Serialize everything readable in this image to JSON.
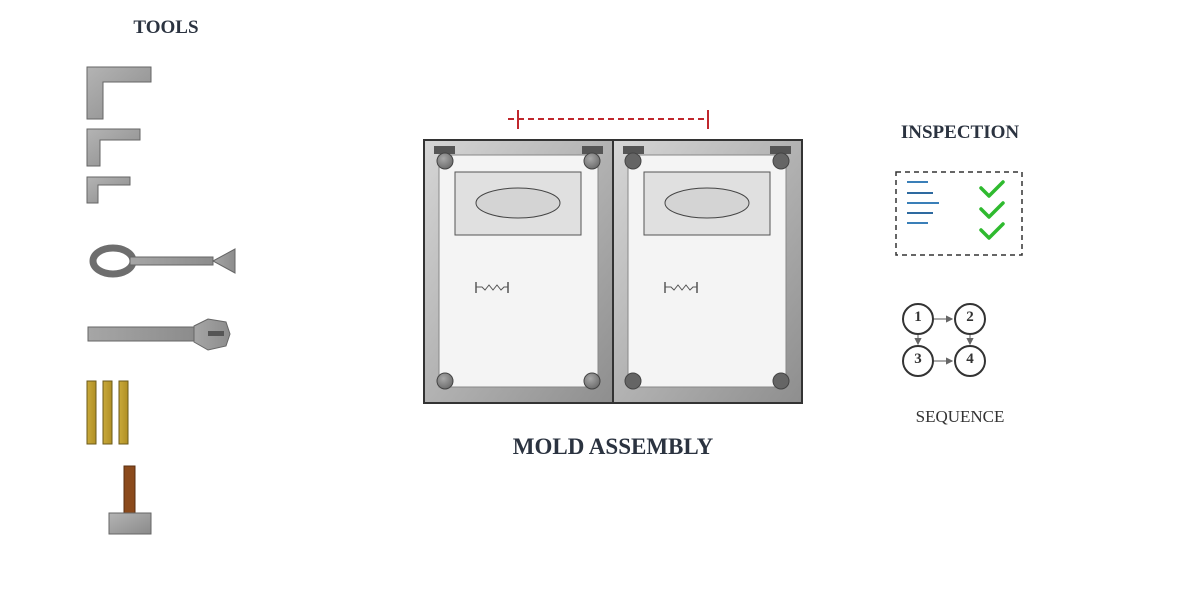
{
  "tools": {
    "title": "TOOLS",
    "items": [
      {
        "name": "large-l-bracket",
        "icon": "l-bracket-icon"
      },
      {
        "name": "medium-l-bracket",
        "icon": "l-bracket-icon"
      },
      {
        "name": "small-l-bracket",
        "icon": "l-bracket-icon"
      },
      {
        "name": "ring-punch",
        "icon": "ring-punch-icon"
      },
      {
        "name": "hex-wrench",
        "icon": "hex-wrench-icon"
      },
      {
        "name": "shims",
        "icon": "shim-bars-icon"
      },
      {
        "name": "mallet",
        "icon": "mallet-icon"
      }
    ]
  },
  "mold": {
    "title": "MOLD ASSEMBLY",
    "halves": [
      {
        "side": "left",
        "bolt_style": "gradient"
      },
      {
        "side": "right",
        "bolt_style": "flat-dark"
      }
    ],
    "dimension_line_color": "#c0282d"
  },
  "inspection": {
    "title": "INSPECTION",
    "checklist_lines": 5,
    "checkmarks": 3,
    "line_color": "#3a7fb8",
    "check_color": "#2fba2f"
  },
  "sequence": {
    "title": "SEQUENCE",
    "steps": [
      "1",
      "2",
      "3",
      "4"
    ]
  }
}
